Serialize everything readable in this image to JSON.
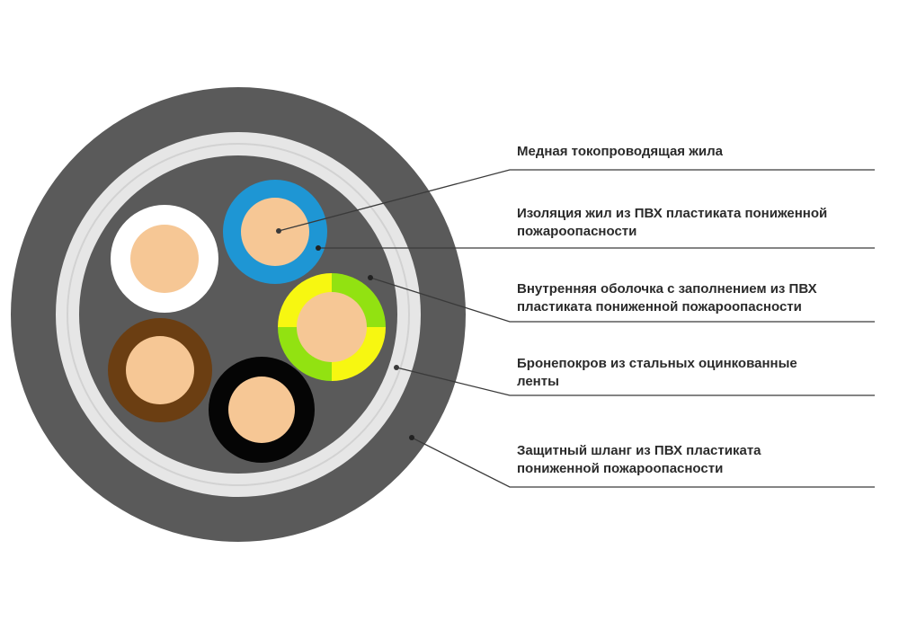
{
  "colors": {
    "outer_sheath": "#5a5a5a",
    "armor_tape": "#e6e6e6",
    "inner_sheath": "#5a5a5a",
    "copper": "#f6c795",
    "insulation_blue": "#1e96d4",
    "insulation_white": "#ffffff",
    "insulation_brown": "#6b3e12",
    "insulation_black": "#050505",
    "insulation_green": "#92e211",
    "insulation_yellow": "#f7f711",
    "line": "#3a3a3a",
    "text": "#2b2b2b"
  },
  "labels": [
    {
      "lines": [
        "Медная токопроводящая жила"
      ]
    },
    {
      "lines": [
        "Изоляция жил из ПВХ пластиката пониженной",
        "пожароопасности"
      ]
    },
    {
      "lines": [
        "Внутренняя оболочка с заполнением из ПВХ",
        "пластиката пониженной пожароопасности"
      ]
    },
    {
      "lines": [
        "Бронепокров из стальных оцинкованные",
        "ленты"
      ]
    },
    {
      "lines": [
        "Защитный шланг из ПВХ пластиката",
        "пониженной пожароопасности"
      ]
    }
  ]
}
